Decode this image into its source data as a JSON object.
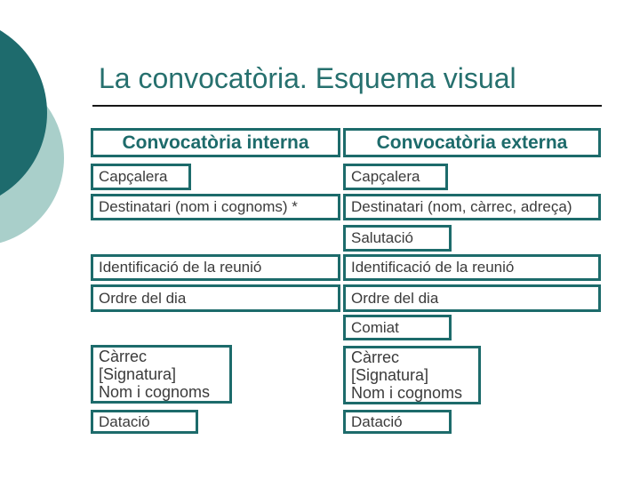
{
  "slide": {
    "title": "La convocatòria. Esquema visual",
    "colors": {
      "accent_dark_teal": "#1e6b6d",
      "accent_light_teal": "#a9cfca",
      "box_border_teal": "#1d6b6b",
      "title_teal": "#26706e",
      "body_text": "#3b3b3b"
    }
  },
  "columns": {
    "internal": {
      "header": "Convocatòria interna",
      "capcalera": "Capçalera",
      "destinatari": "Destinatari (nom i cognoms) *",
      "identificacio": "Identificació de la reunió",
      "ordre": "Ordre del dia",
      "carrec_lines": [
        "Càrrec",
        "[Signatura]",
        "Nom i cognoms"
      ],
      "datacio": "Datació"
    },
    "external": {
      "header": "Convocatòria externa",
      "capcalera": "Capçalera",
      "destinatari": "Destinatari (nom, càrrec, adreça)",
      "salutacio": "Salutació",
      "identificacio": "Identificació de la reunió",
      "ordre": "Ordre del dia",
      "comiat": "Comiat",
      "carrec_lines": [
        "Càrrec",
        "[Signatura]",
        "Nom i cognoms"
      ],
      "datacio": "Datació"
    }
  }
}
